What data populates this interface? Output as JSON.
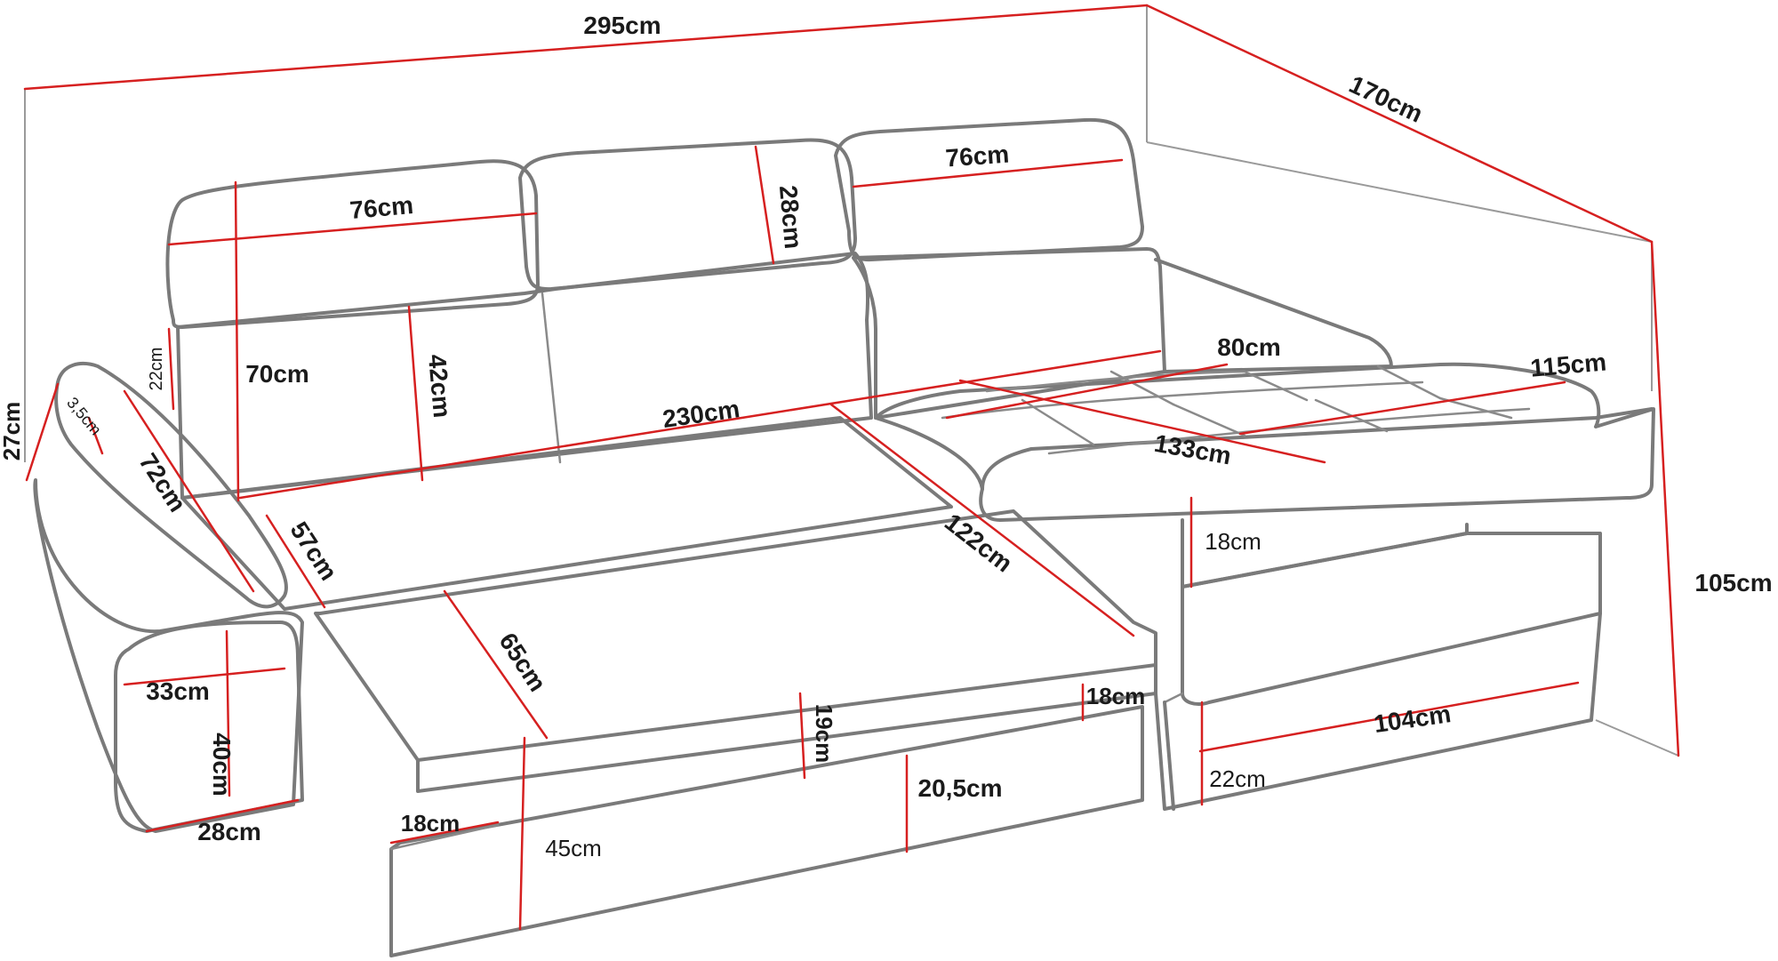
{
  "dimensions": {
    "total_width": "295cm",
    "total_depth": "170cm",
    "total_height": "105cm",
    "armrest_height_side": "27cm",
    "headrest_width_left": "76cm",
    "headrest_height": "28cm",
    "headrest_width_right": "76cm",
    "backrest_height": "70cm",
    "back_cushion_height": "42cm",
    "headrest_side_height": "22cm",
    "armrest_pad_thickness": "3,5cm",
    "armrest_pad_length": "72cm",
    "seat_width": "230cm",
    "seat_depth": "57cm",
    "pullout_depth": "122cm",
    "pullout_width": "65cm",
    "pullout_height": "19cm",
    "drawer_height": "20,5cm",
    "drawer_side_height": "18cm",
    "drawer_lower_height": "18cm",
    "drawer_depth": "45cm",
    "chaise_width": "80cm",
    "chaise_length": "115cm",
    "chaise_diagonal": "133cm",
    "chaise_cushion_height": "18cm",
    "chaise_base_length": "104cm",
    "chaise_base_height": "22cm",
    "armrest_width": "33cm",
    "armrest_front_height": "40cm",
    "armrest_depth": "28cm"
  }
}
